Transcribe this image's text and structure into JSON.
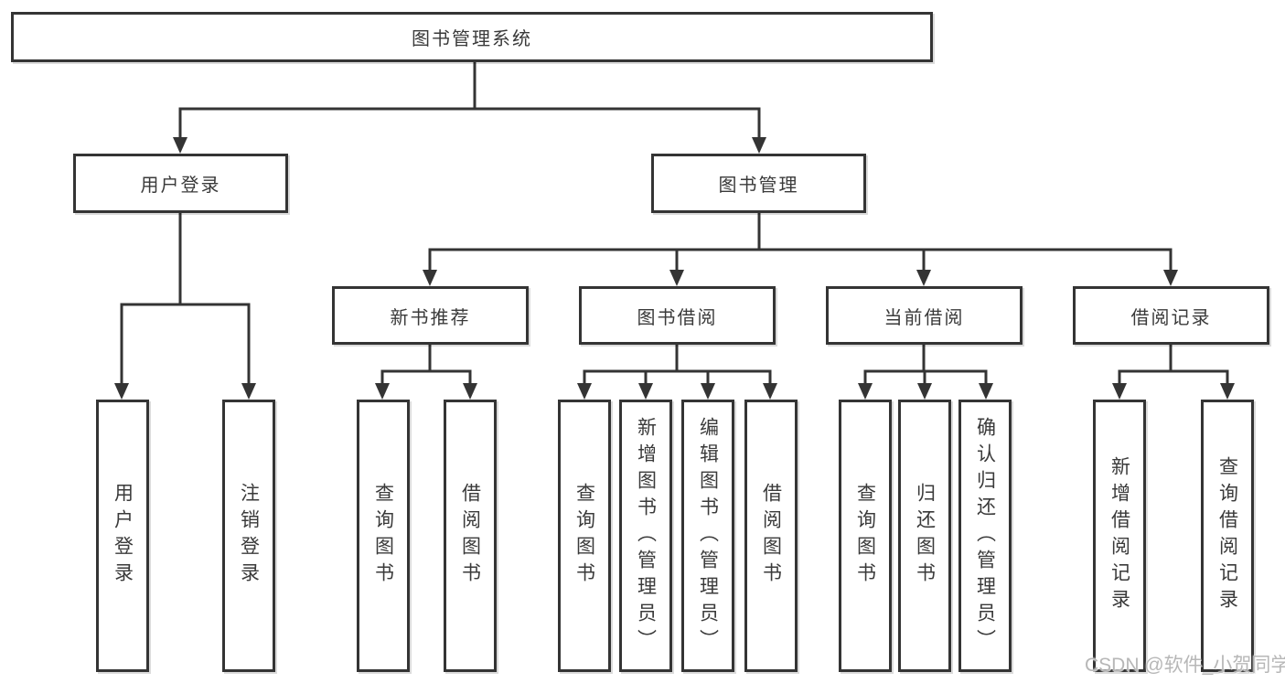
{
  "diagram": {
    "root": {
      "label": "图书管理系统"
    },
    "branches": [
      {
        "label": "用户登录",
        "children": [
          {
            "label": "用户登录"
          },
          {
            "label": "注销登录"
          }
        ]
      },
      {
        "label": "图书管理",
        "sections": [
          {
            "label": "新书推荐",
            "children": [
              {
                "label": "查询图书"
              },
              {
                "label": "借阅图书"
              }
            ]
          },
          {
            "label": "图书借阅",
            "children": [
              {
                "label": "查询图书"
              },
              {
                "label": "新增图书（管理员）"
              },
              {
                "label": "编辑图书（管理员）"
              },
              {
                "label": "借阅图书"
              }
            ]
          },
          {
            "label": "当前借阅",
            "children": [
              {
                "label": "查询图书"
              },
              {
                "label": "归还图书"
              },
              {
                "label": "确认归还（管理员）"
              }
            ]
          },
          {
            "label": "借阅记录",
            "children": [
              {
                "label": "新增借阅记录"
              },
              {
                "label": "查询借阅记录"
              }
            ]
          }
        ]
      }
    ]
  },
  "watermark": {
    "text": "CSDN @软件_小贺同学"
  },
  "colors": {
    "line": "#343434",
    "box_border": "#343434",
    "text": "#3a3a3a",
    "watermark": "#b7b7b7",
    "background": "#ffffff"
  }
}
